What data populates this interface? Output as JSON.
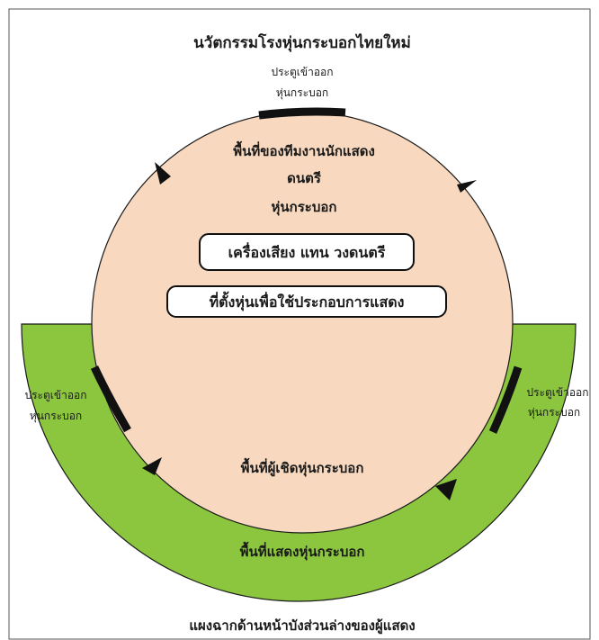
{
  "title": "นวัตกรรมโรงหุ่นกระบอกไทยใหม่",
  "entrances": {
    "top": [
      "ประตูเข้าออก",
      "หุ่นกระบอก"
    ],
    "left": [
      "ประตูเข้าออก",
      "หุ่นกระบอก"
    ],
    "right": [
      "ประตูเข้าออก",
      "หุ่นกระบอก"
    ]
  },
  "zones": {
    "backstage_lines": [
      "พื้นที่ของทีมงานนักแสดง",
      "ดนตรี",
      "หุ่นกระบอก"
    ],
    "instrument_box": "เครื่องเสียง แทน วงดนตรี",
    "stand_box": "ที่ตั้งหุ่นเพื่อใช้ประกอบการแสดง",
    "puppeteer_area": "พื้นที่ผู้เชิดหุ่นกระบอก",
    "performance_area": "พื้นที่แสดงหุ่นกระบอก",
    "curtain_caption": "แผงฉากด้านหน้าบังส่วนล่างของผู้แสดง"
  },
  "colors": {
    "circle_fill": "#f8d9bf",
    "stage_band": "#8cc63f",
    "stroke": "#1a1a1a"
  }
}
